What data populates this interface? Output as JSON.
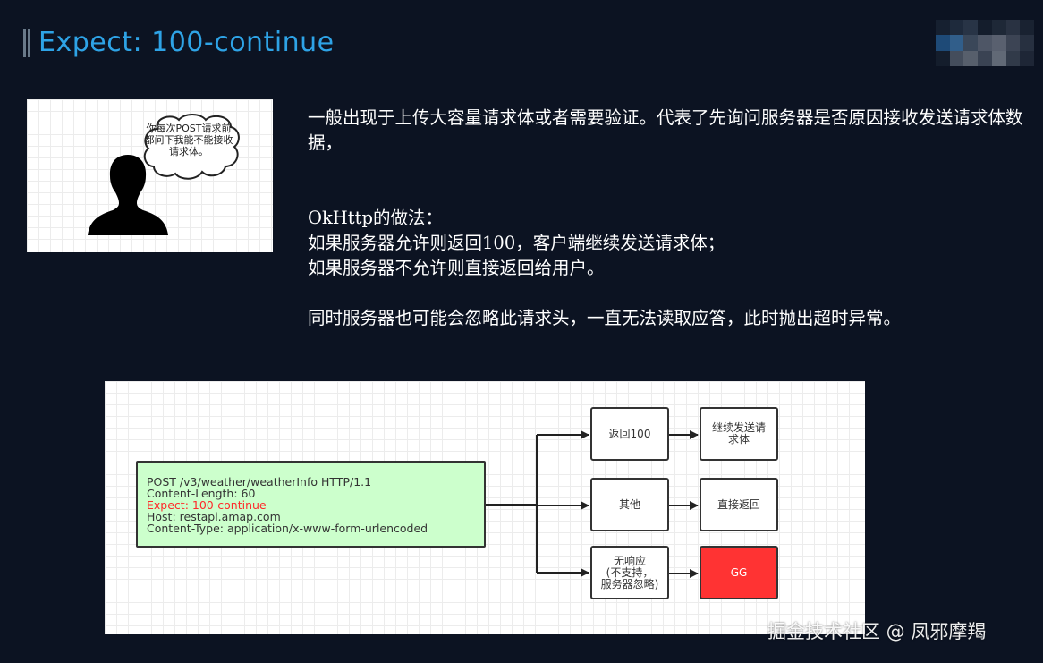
{
  "slide": {
    "title": "Expect: 100-continue"
  },
  "illustration": {
    "bubble_text": "你每次POST请求前都问下我能不能接收请求体。"
  },
  "description": {
    "para1": "一般出现于上传大容量请求体或者需要验证。代表了先询问服务器是否原因接收发送请求体数据，",
    "okhttp_heading": "OkHttp的做法：",
    "okhttp_line1": "如果服务器允许则返回100，客户端继续发送请求体；",
    "okhttp_line2": "如果服务器不允许则直接返回给用户。",
    "para3": "同时服务器也可能会忽略此请求头，一直无法读取应答，此时抛出超时异常。"
  },
  "flow": {
    "request": {
      "line1": "POST /v3/weather/weatherInfo HTTP/1.1",
      "line2": "Content-Length: 60",
      "line3": "Expect: 100-continue",
      "line4": "Host: restapi.amap.com",
      "line5": "Content-Type: application/x-www-form-urlencoded"
    },
    "nodes": {
      "return100": "返回100",
      "continue_send": "继续发送请求体",
      "other": "其他",
      "direct_return": "直接返回",
      "no_response_1": "无响应",
      "no_response_2": "(不支持，",
      "no_response_3": "服务器忽略)",
      "gg": "GG"
    }
  },
  "watermark": "掘金技术社区 @ 凤邪摩羯",
  "colors": {
    "background": "#0c1322",
    "title": "#2ea3e6",
    "request_fill": "#ccffcc",
    "highlight": "#ff2a2a",
    "gg_fill": "#ff3333"
  }
}
